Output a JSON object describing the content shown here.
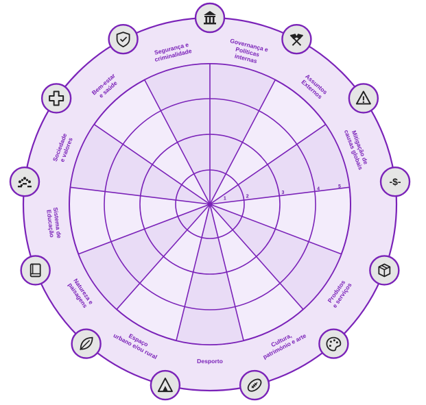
{
  "colors": {
    "accent": "#7a22b8",
    "ring_fill": "#efe4f8",
    "inner_fill": "#f3ecfb",
    "icon_bg": "#e5e5e5"
  },
  "scale_labels": [
    "1",
    "2",
    "3",
    "4",
    "5"
  ],
  "categories": [
    {
      "lines": [
        "Governança e",
        "Políticas",
        "internas"
      ],
      "icon": "bank-icon"
    },
    {
      "lines": [
        "Assuntos",
        "Externos"
      ],
      "icon": "crossed-flags-icon"
    },
    {
      "lines": [
        "Mitigação de",
        "causas globais"
      ],
      "icon": "warning-icon"
    },
    {
      "lines": [
        "",
        ""
      ],
      "icon": "money-icon"
    },
    {
      "lines": [
        "Produtos",
        "e serviços"
      ],
      "icon": "package-icon"
    },
    {
      "lines": [
        "Cultura,",
        "património e arte"
      ],
      "icon": "palette-icon"
    },
    {
      "lines": [
        "Desporto"
      ],
      "icon": "football-icon"
    },
    {
      "lines": [
        "Espaço",
        "urbano e/ou rural"
      ],
      "icon": "tent-icon"
    },
    {
      "lines": [
        "Natureza e",
        "paisagens"
      ],
      "icon": "leaf-icon"
    },
    {
      "lines": [
        "Sistema de",
        "Educação"
      ],
      "icon": "book-icon"
    },
    {
      "lines": [
        "Sociedade",
        "e valores"
      ],
      "icon": "people-icon"
    },
    {
      "lines": [
        "Bem-estar",
        "e saúde"
      ],
      "icon": "health-cross-icon"
    },
    {
      "lines": [
        "Segurança e",
        "criminalidade"
      ],
      "icon": "shield-icon"
    }
  ]
}
